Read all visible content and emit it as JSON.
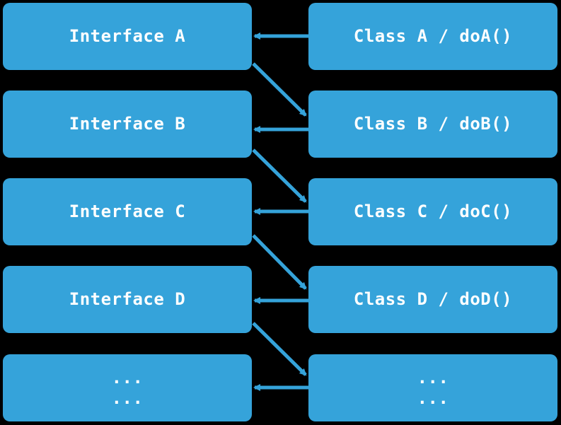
{
  "colors": {
    "background": "#000000",
    "box_fill": "#35a3da",
    "arrow": "#35a3da",
    "text": "#ffffff"
  },
  "interfaces": [
    {
      "label": "Interface A"
    },
    {
      "label": "Interface B"
    },
    {
      "label": "Interface C"
    },
    {
      "label": "Interface D"
    },
    {
      "label": "...\n..."
    }
  ],
  "classes": [
    {
      "label": "Class A / doA()"
    },
    {
      "label": "Class B / doB()"
    },
    {
      "label": "Class C / doC()"
    },
    {
      "label": "Class D / doD()"
    },
    {
      "label": "...\n..."
    }
  ],
  "edges": [
    {
      "from": "class-a",
      "to": "interface-a"
    },
    {
      "from": "interface-a",
      "to": "class-b"
    },
    {
      "from": "class-b",
      "to": "interface-b"
    },
    {
      "from": "interface-b",
      "to": "class-c"
    },
    {
      "from": "class-c",
      "to": "interface-c"
    },
    {
      "from": "interface-c",
      "to": "class-d"
    },
    {
      "from": "class-d",
      "to": "interface-d"
    },
    {
      "from": "interface-d",
      "to": "class-more"
    },
    {
      "from": "class-more",
      "to": "interface-more"
    }
  ]
}
